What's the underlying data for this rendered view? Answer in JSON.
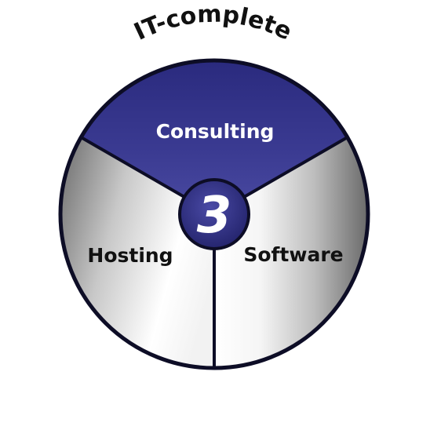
{
  "title": "IT-complete",
  "center": {
    "number": "3"
  },
  "segments": {
    "consulting": {
      "label": "Consulting"
    },
    "hosting": {
      "label": "Hosting"
    },
    "software": {
      "label": "Software"
    }
  },
  "colors": {
    "consulting_fill": "#3a3a8e",
    "consulting_label": "#ffffff",
    "grey_light": "#ffffff",
    "grey_dark": "#6e6e6e",
    "label_dark": "#111111",
    "outline": "#0d0d26",
    "center_fill": "#2e2e7a"
  }
}
